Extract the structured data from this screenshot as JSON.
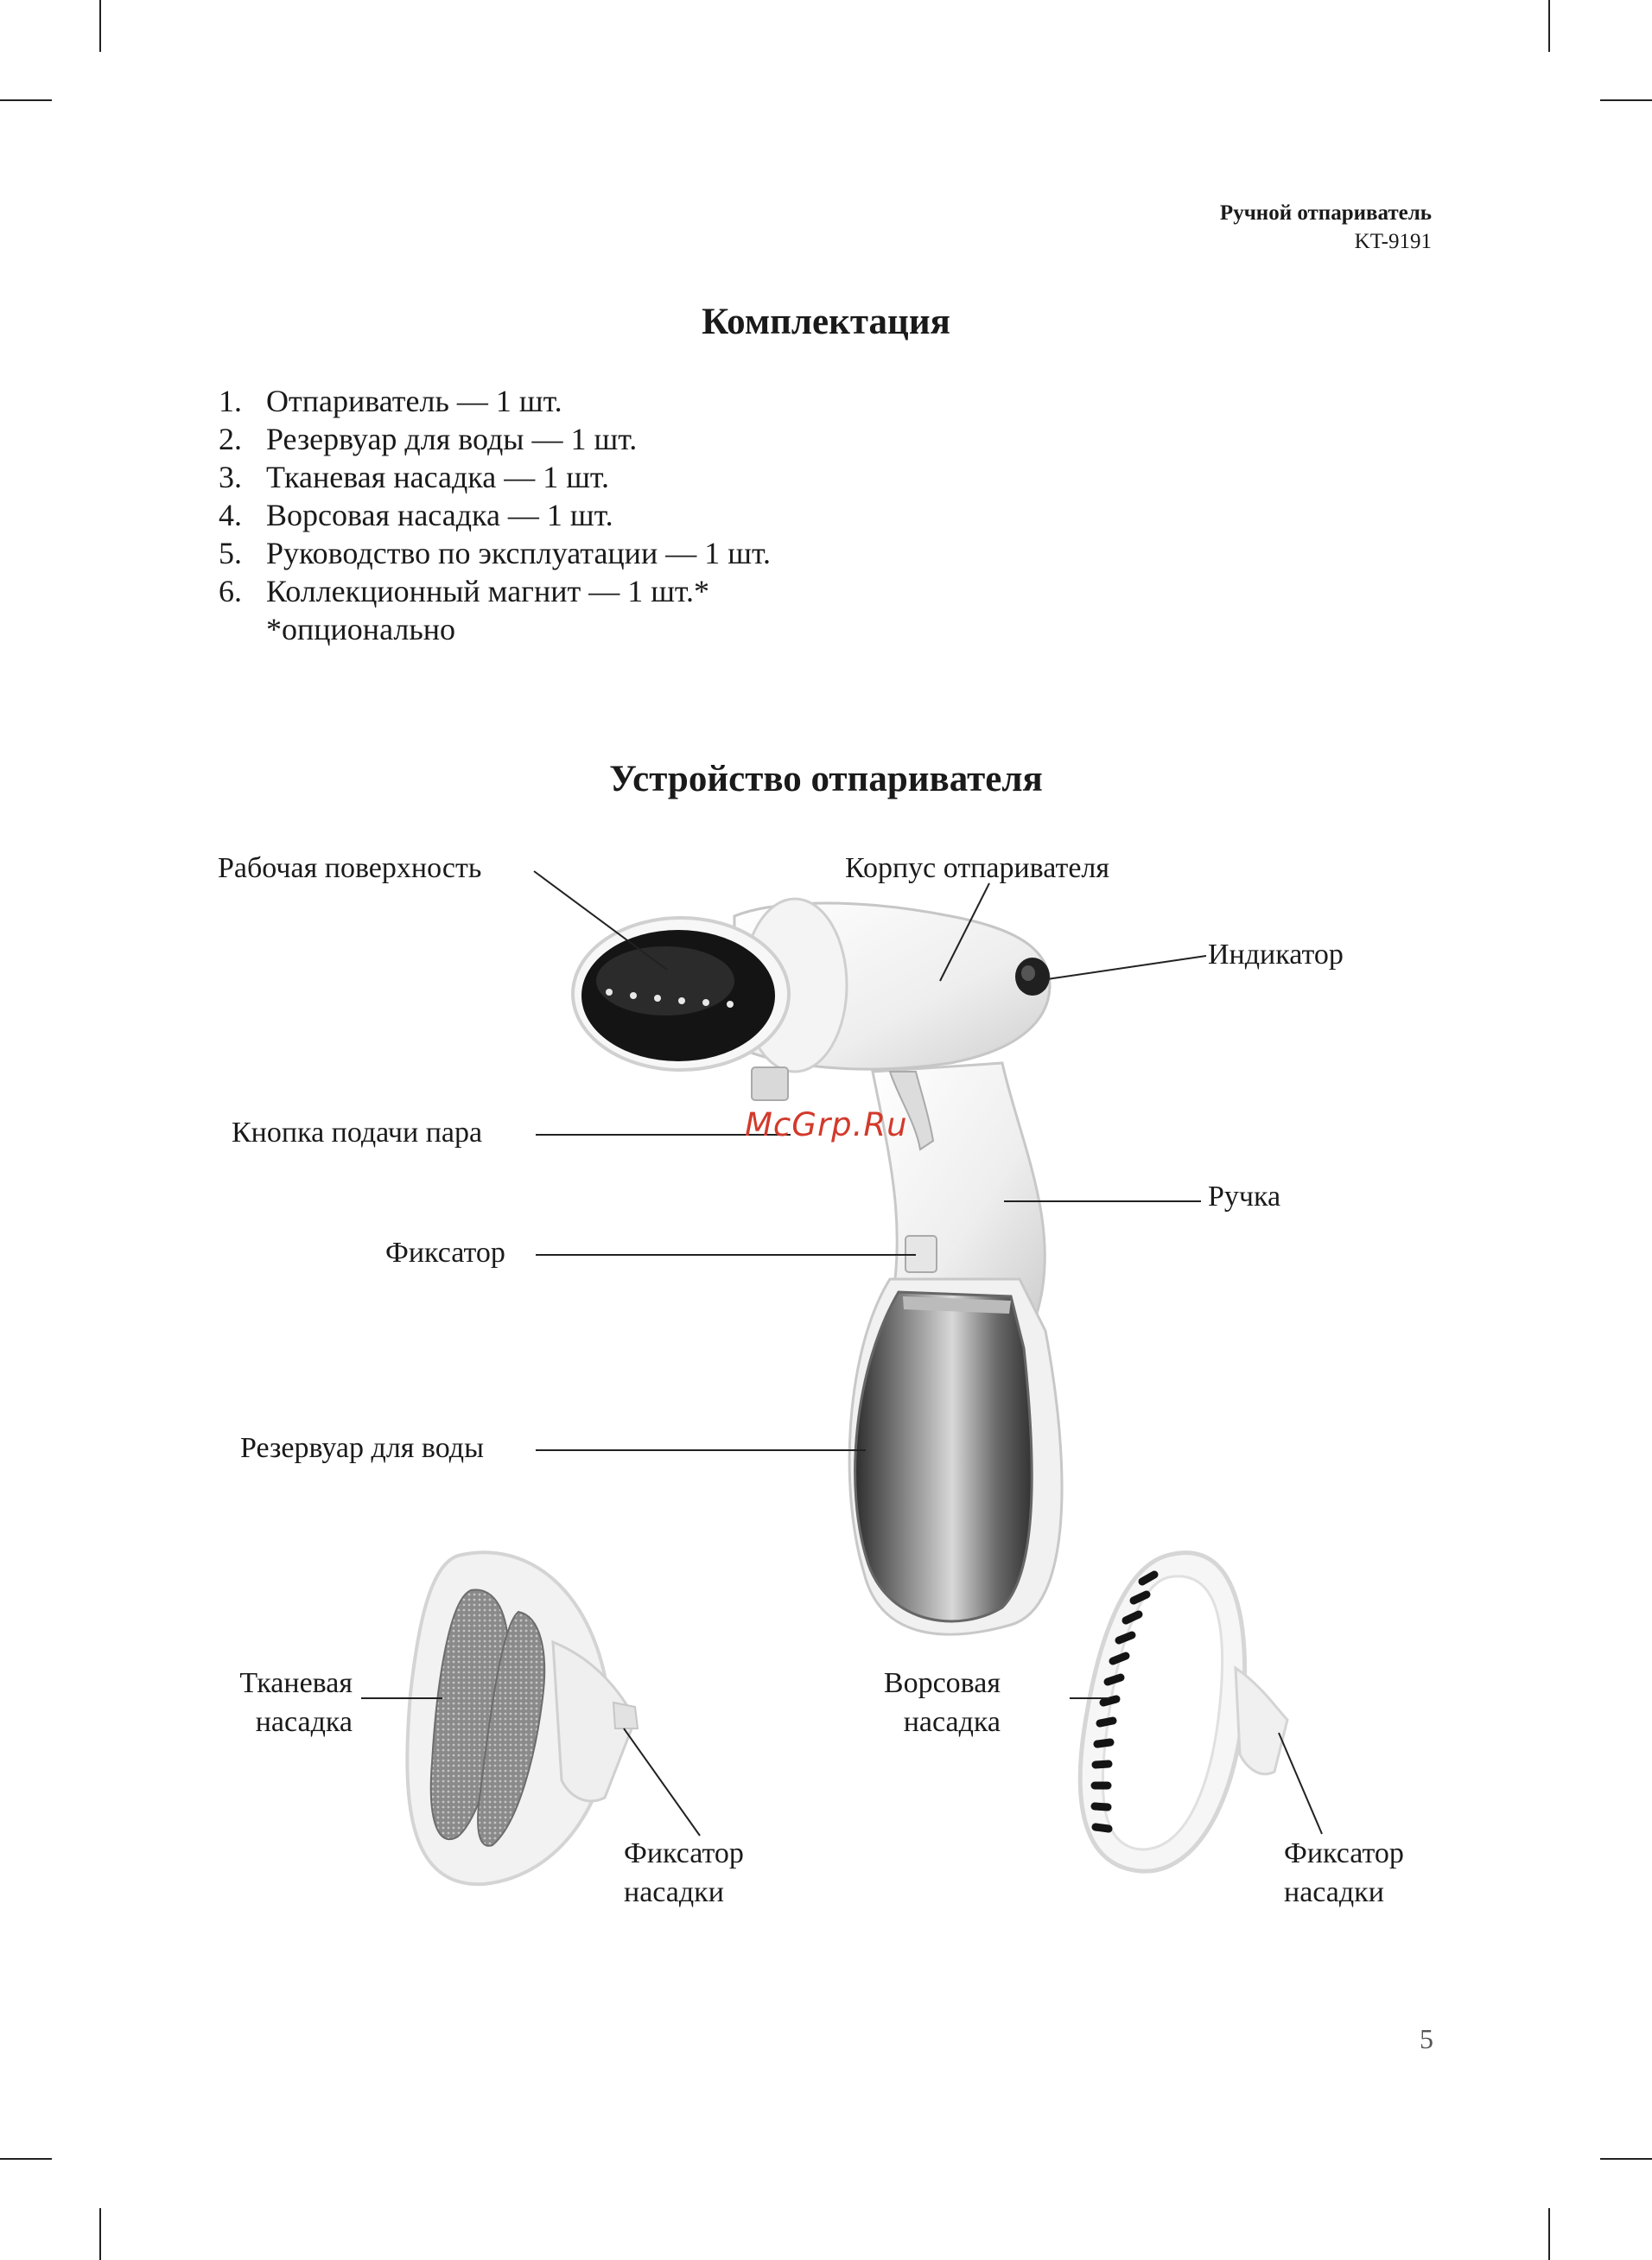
{
  "header": {
    "product": "Ручной отпариватель",
    "model": "KT-9191"
  },
  "kit": {
    "title": "Комплектация",
    "items": [
      {
        "num": "1.",
        "text": "Отпариватель — 1 шт."
      },
      {
        "num": "2.",
        "text": "Резервуар для воды — 1 шт."
      },
      {
        "num": "3.",
        "text": "Тканевая насадка — 1 шт."
      },
      {
        "num": "4.",
        "text": "Ворсовая насадка — 1 шт."
      },
      {
        "num": "5.",
        "text": "Руководство по эксплуатации — 1 шт."
      },
      {
        "num": "6.",
        "text": "Коллекционный магнит — 1 шт.*"
      }
    ],
    "note": "*опционально"
  },
  "device": {
    "title": "Устройство отпаривателя",
    "labels": {
      "work_surface": "Рабочая поверхность",
      "body": "Корпус отпаривателя",
      "indicator": "Индикатор",
      "steam_button": "Кнопка подачи пара",
      "handle": "Ручка",
      "lock": "Фиксатор",
      "reservoir": "Резервуар для воды",
      "fabric_nozzle_1": "Тканевая",
      "fabric_nozzle_2": "насадка",
      "pile_nozzle_1": "Ворсовая",
      "pile_nozzle_2": "насадка",
      "nozzle_lock_1": "Фиксатор",
      "nozzle_lock_2": "насадки"
    }
  },
  "watermark": "McGrp.Ru",
  "page_number": "5"
}
